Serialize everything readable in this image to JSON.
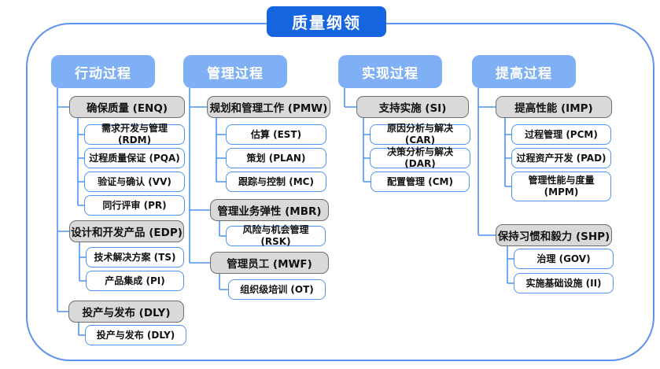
{
  "diagram": {
    "title": "质量纲领",
    "colors": {
      "title_bg": "#1565E0",
      "header_bg": "#7FAFF4",
      "group_bg": "#D9D9D9",
      "group_border": "#6E6E6E",
      "item_border": "#4D94F0",
      "connector_line": "#4D94F0",
      "frame_border": "#5E93EE"
    },
    "columns": [
      {
        "header": "行动过程",
        "groups": [
          {
            "label": "确保质量 (ENQ)",
            "items": [
              "需求开发与管理 (RDM)",
              "过程质量保证 (PQA)",
              "验证与确认 (VV)",
              "同行评审 (PR)"
            ]
          },
          {
            "label": "设计和开发产品 (EDP)",
            "items": [
              "技术解决方案 (TS)",
              "产品集成 (PI)"
            ]
          },
          {
            "label": "投产与发布 (DLY)",
            "items": [
              "投产与发布 (DLY)"
            ]
          }
        ]
      },
      {
        "header": "管理过程",
        "groups": [
          {
            "label": "规划和管理工作 (PMW)",
            "items": [
              "估算 (EST)",
              "策划 (PLAN)",
              "跟踪与控制 (MC)"
            ]
          },
          {
            "label": "管理业务弹性 (MBR)",
            "items": [
              "风险与机会管理 (RSK)"
            ]
          },
          {
            "label": "管理员工 (MWF)",
            "items": [
              "组织级培训 (OT)"
            ]
          }
        ]
      },
      {
        "header": "实现过程",
        "groups": [
          {
            "label": "支持实施 (SI)",
            "items": [
              "原因分析与解决 (CAR)",
              "决策分析与解决 (DAR)",
              "配置管理 (CM)"
            ]
          }
        ]
      },
      {
        "header": "提高过程",
        "groups": [
          {
            "label": "提高性能 (IMP)",
            "items": [
              "过程管理 (PCM)",
              "过程资产开发 (PAD)",
              "管理性能与度量 (MPM)"
            ]
          },
          {
            "label": "保持习惯和毅力 (SHP)",
            "items": [
              "治理 (GOV)",
              "实施基础设施 (II)"
            ]
          }
        ]
      }
    ]
  }
}
